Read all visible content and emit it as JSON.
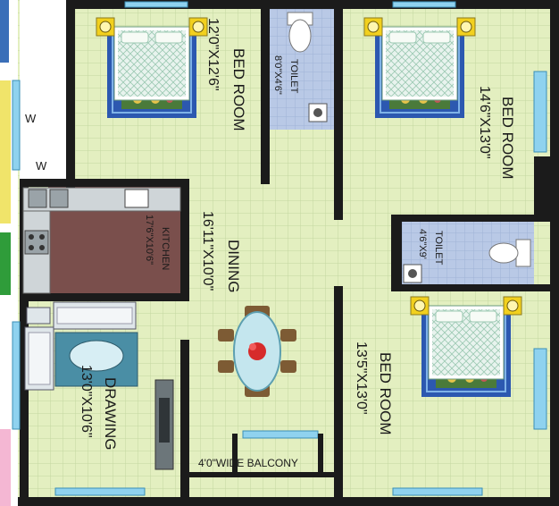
{
  "rooms": {
    "bedroom_top_left": {
      "name": "BED ROOM",
      "size": "12'0\"X12'6\""
    },
    "toilet_top": {
      "name": "TOILET",
      "size": "8'0\"X4'6\""
    },
    "bedroom_top_right": {
      "name": "BED ROOM",
      "size": "14'6\"X13'0\""
    },
    "kitchen": {
      "name": "KITCHEN",
      "size": "17'6\"X10'6\""
    },
    "dining": {
      "name": "DINING",
      "size": "16'11\"X10'0\""
    },
    "toilet_right": {
      "name": "TOILET",
      "size": "4'6\"X9'"
    },
    "drawing": {
      "name": "DRAWING",
      "size": "13'0\"X10'6\""
    },
    "bedroom_bottom_right": {
      "name": "BED ROOM",
      "size": "13'5\"X13'0\""
    },
    "balcony": {
      "name": "4'0\"WIDE BALCONY"
    }
  },
  "markers": {
    "w_upper": "W",
    "w_lower": "W"
  },
  "colors": {
    "floor": "#e3efc0",
    "grid": "#c3d7a0",
    "wall": "#1b1b1b",
    "toilet_floor": "#b9c9e6",
    "kitchen_floor": "#7a4f4c",
    "window": "#8fd2ef",
    "rug": "#2c58b0",
    "lamp": "#f2d01e"
  },
  "icons": [
    "double-bed-icon",
    "toilet-seat-icon",
    "floor-drain-icon",
    "dining-table-icon",
    "sofa-icon",
    "tv-unit-icon",
    "kitchen-sink-icon",
    "gas-stove-icon"
  ]
}
